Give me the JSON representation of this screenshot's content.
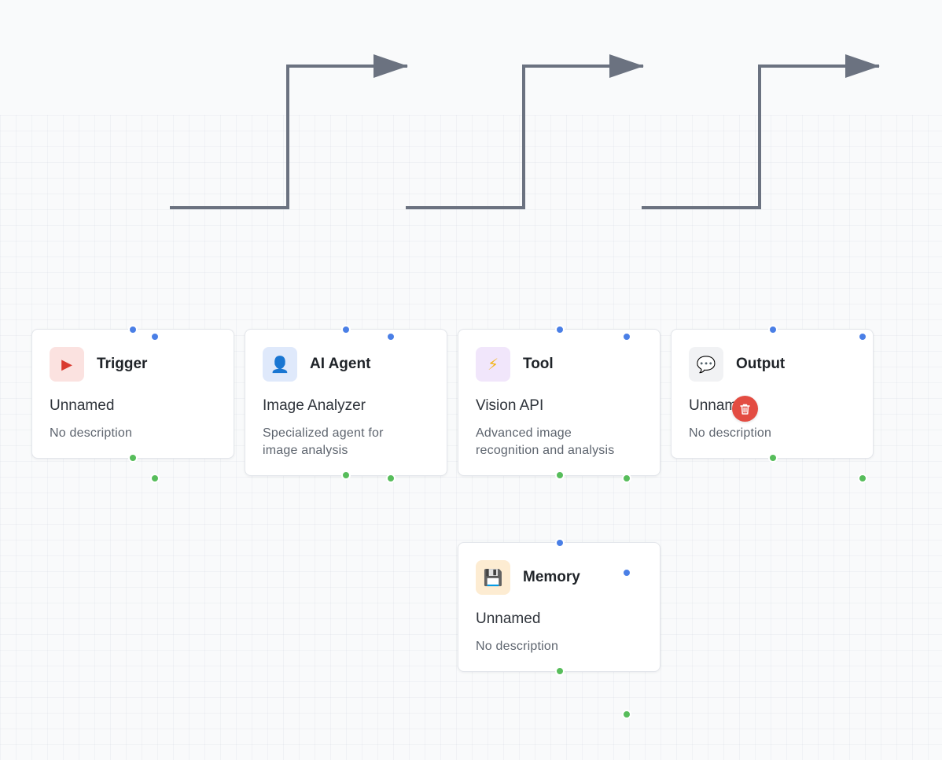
{
  "colors": {
    "edge": "#6b7280",
    "handle_in": "#4a7fe6",
    "handle_out": "#57bd5b",
    "delete": "#e34c42"
  },
  "nodes": [
    {
      "id": "trigger",
      "type_label": "Trigger",
      "icon": "play-icon",
      "icon_glyph": "▶",
      "icon_bg": "#fbe2e0",
      "icon_color": "#d93a2f",
      "name": "Unnamed",
      "description": "No description"
    },
    {
      "id": "ai-agent",
      "type_label": "AI Agent",
      "icon": "user-icon",
      "icon_glyph": "👤",
      "icon_bg": "#dfe9fb",
      "icon_color": "#5a6f8f",
      "name": "Image Analyzer",
      "description": "Specialized agent for image analysis"
    },
    {
      "id": "tool",
      "type_label": "Tool",
      "icon": "lightning-icon",
      "icon_glyph": "⚡",
      "icon_bg": "#f1e6fb",
      "icon_color": "#f2b51b",
      "name": "Vision API",
      "description": "Advanced image recognition and analysis"
    },
    {
      "id": "output",
      "type_label": "Output",
      "icon": "speech-bubble-icon",
      "icon_glyph": "💬",
      "icon_bg": "#f1f2f4",
      "icon_color": "#6b7280",
      "name": "Unnamed",
      "description": "No description"
    },
    {
      "id": "memory",
      "type_label": "Memory",
      "icon": "floppy-disk-icon",
      "icon_glyph": "💾",
      "icon_bg": "#fdecd2",
      "icon_color": "#3a3f47",
      "name": "Unnamed",
      "description": "No description"
    }
  ]
}
